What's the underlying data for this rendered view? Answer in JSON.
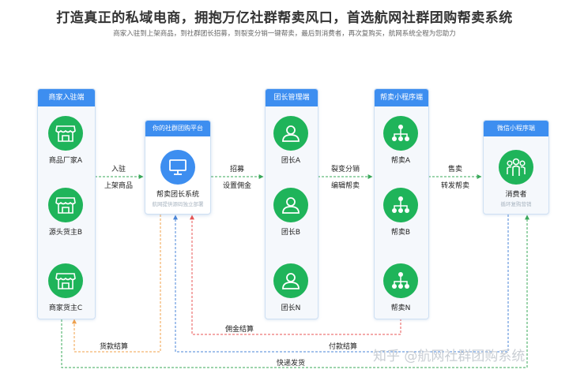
{
  "header": {
    "title": "打造真正的私域电商，拥抱万亿社群帮卖风口，首选航网社群团购帮卖系统",
    "subtitle": "商家入驻到上架商品，到社群团长招募，到裂变分销一键帮卖，最后到消费者，再次复购买，航网系统全程为您助力"
  },
  "merchants": {
    "header": "商家入驻端",
    "items": [
      {
        "label": "商品厂家A"
      },
      {
        "label": "源头货主B"
      },
      {
        "label": "商家货主C"
      }
    ]
  },
  "platform": {
    "header": "你的社群团购平台",
    "label": "帮卖团长系统",
    "sublabel": "航网提供源码独立部署"
  },
  "leaders": {
    "header": "团长管理端",
    "items": [
      {
        "label": "团长A"
      },
      {
        "label": "团长B"
      },
      {
        "label": "团长N"
      }
    ]
  },
  "sellers": {
    "header": "帮卖小程序端",
    "items": [
      {
        "label": "帮卖A"
      },
      {
        "label": "帮卖B"
      },
      {
        "label": "帮卖N"
      }
    ]
  },
  "consumer": {
    "header": "微信小程序端",
    "label": "消费者",
    "sublabel": "循环复购营销"
  },
  "flows": {
    "enter_1": "入驻",
    "enter_2": "上架商品",
    "recruit_1": "招募",
    "recruit_2": "设置佣金",
    "fission_1": "裂变分销",
    "fission_2": "编辑帮卖",
    "sale_1": "售卖",
    "sale_2": "转发帮卖"
  },
  "returns": {
    "payment_settle": "货款结算",
    "commission_settle": "佣金结算",
    "pay_settle": "付款结算",
    "delivery": "快递发货"
  },
  "watermark": "知乎 @航网社群团购系统",
  "colors": {
    "accent_blue": "#3d8ef0",
    "node_green": "#1fb45a",
    "flow_green": "#3aa85a",
    "return_orange": "#f0a04a",
    "return_red": "#e85454",
    "return_blue": "#4a86d8"
  }
}
